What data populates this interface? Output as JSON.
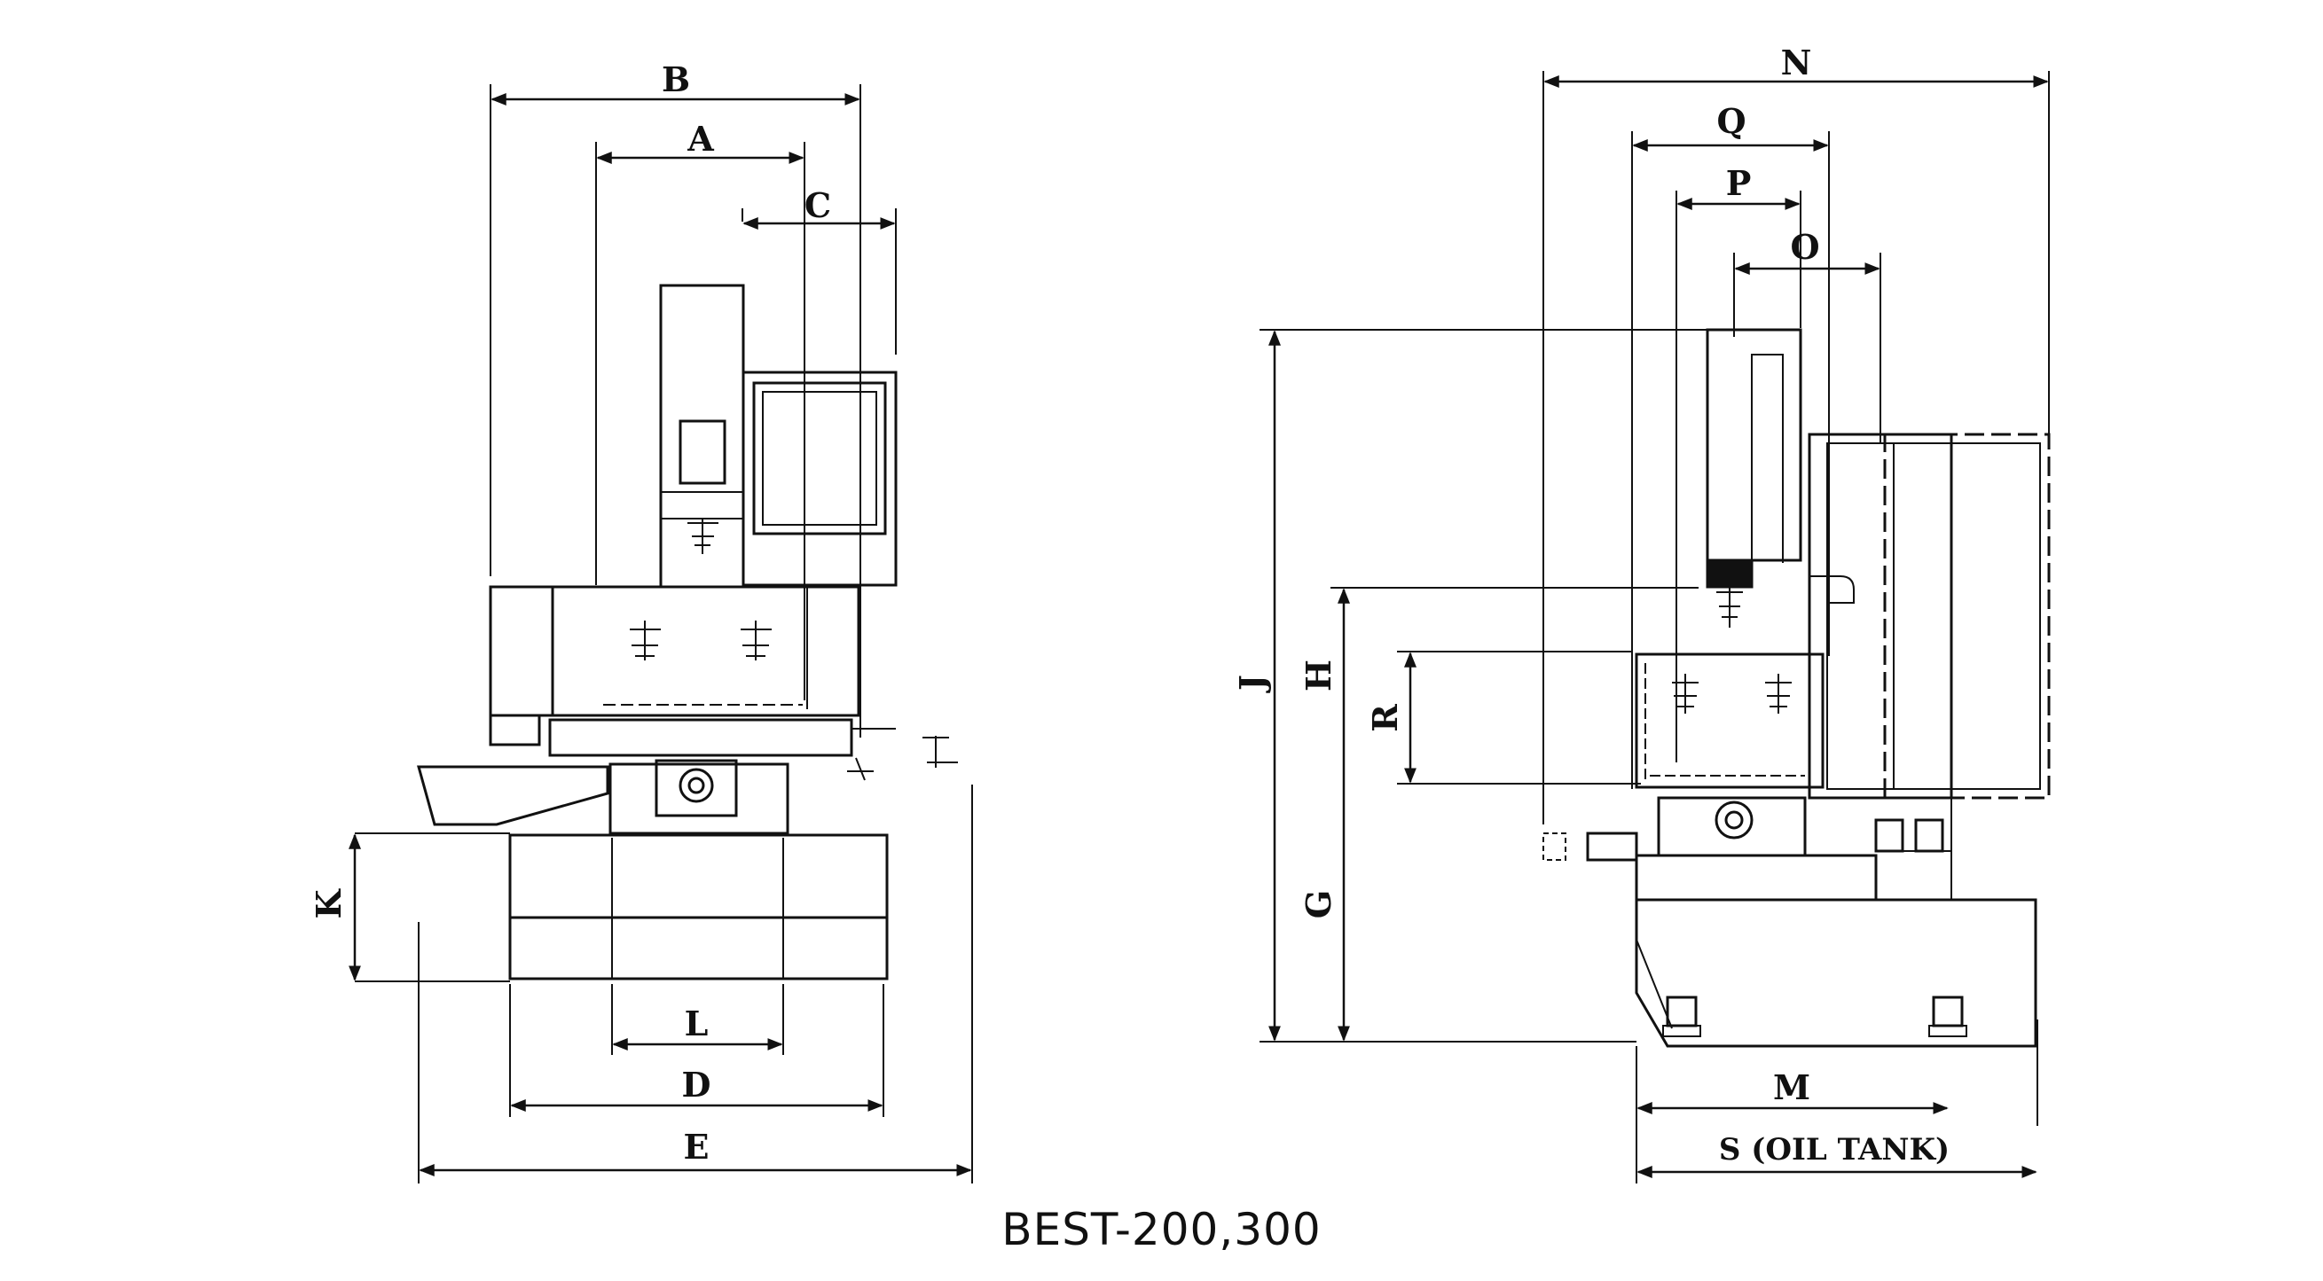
{
  "front_view": {
    "labels": {
      "A": "A",
      "B": "B",
      "C": "C",
      "D": "D",
      "E": "E",
      "K": "K",
      "L": "L"
    }
  },
  "side_view": {
    "labels": {
      "N": "N",
      "Q": "Q",
      "P": "P",
      "O": "O",
      "J": "J",
      "H": "H",
      "R": "R",
      "G": "G",
      "M": "M",
      "S": "S (OIL TANK)"
    }
  },
  "caption": "BEST-200,300",
  "colors": {
    "line": "#111111",
    "background": "#ffffff"
  }
}
